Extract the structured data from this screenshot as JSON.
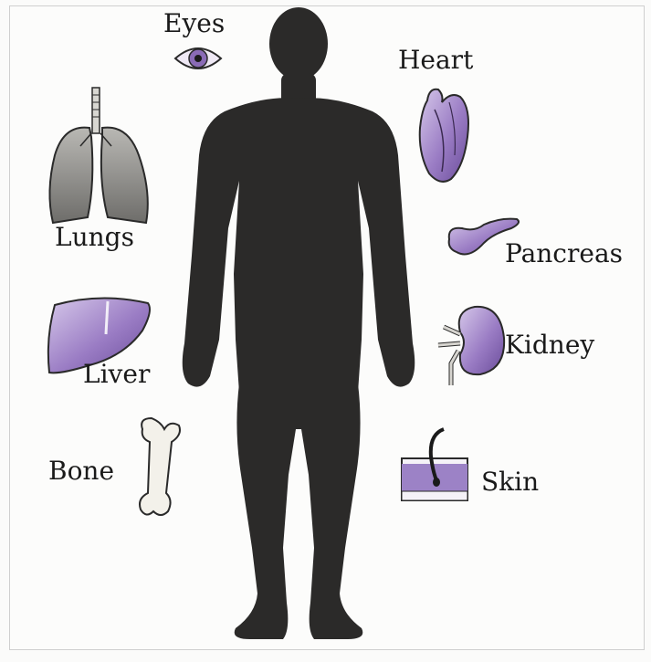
{
  "labels": {
    "eyes": "Eyes",
    "heart": "Heart",
    "lungs": "Lungs",
    "pancreas": "Pancreas",
    "liver": "Liver",
    "kidney": "Kidney",
    "bone": "Bone",
    "skin": "Skin"
  },
  "colors": {
    "silhouette": "#2b2a29",
    "organ_purple": "#8a6bb6",
    "organ_purple_light": "#c3b1dd",
    "lung_gray": "#8a8a88",
    "bone": "#f3f1ea",
    "outline": "#2a2a2a"
  },
  "icons": [
    "human-silhouette",
    "eye-icon",
    "heart-icon",
    "lungs-icon",
    "pancreas-icon",
    "liver-icon",
    "kidney-icon",
    "bone-icon",
    "skin-icon"
  ]
}
